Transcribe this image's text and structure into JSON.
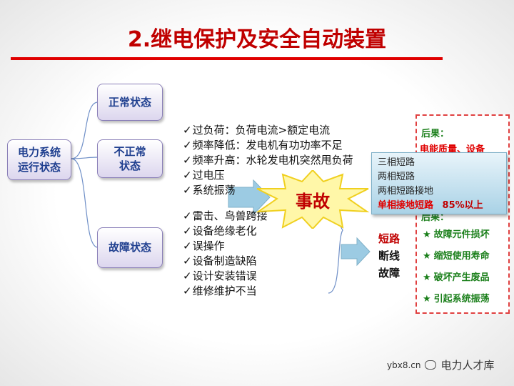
{
  "title": "2.继电保护及安全自动装置",
  "root_node": "电力系统\n运行状态",
  "state_nodes": {
    "normal": "正常状态",
    "abnormal": "不正常\n状态",
    "fault": "故障状态"
  },
  "abnormal_items": [
    "过负荷：负荷电流>额定电流",
    "频率降低：发电机有功功率不足",
    "频率升高：水轮发电机突然甩负荷",
    "过电压",
    "系统振荡"
  ],
  "fault_causes": [
    "雷击、鸟兽跨接",
    "设备绝缘老化",
    "误操作",
    "设备制造缺陷",
    "设计安装错误",
    "维修维护不当"
  ],
  "accident_label": "事故",
  "fault_types": [
    "短路",
    "断线",
    "故障"
  ],
  "result_box": {
    "label_top": "后果：",
    "quality_text": "电能质量、设备",
    "label_bottom": "后果：",
    "items": [
      "故障元件损坏",
      "缩短使用寿命",
      "破坏产生废品",
      "引起系统振荡"
    ]
  },
  "popup": {
    "lines": [
      "三相短路",
      "两相短路",
      "两相短路接地"
    ],
    "highlight": "单相接地短路",
    "percent": "85%以上"
  },
  "watermark": {
    "site": "ybx8.cn",
    "brand": "电力人才库"
  },
  "colors": {
    "title_red": "#c00000",
    "rule_red": "#e00000",
    "node_text": "#1f3f8f",
    "green": "#1a7f1a",
    "arrow_blue": "#9ccbe3"
  }
}
